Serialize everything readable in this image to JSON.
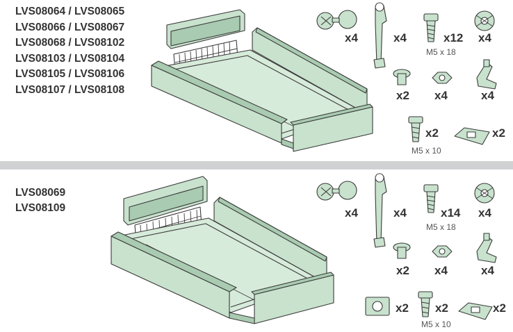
{
  "top": {
    "codes": [
      "LVS08064 / LVS08065",
      "LVS08066 / LVS08067",
      "LVS08068 / LVS08102",
      "LVS08103 / LVS08104",
      "LVS08105 / LVS08106",
      "LVS08107 / LVS08108"
    ],
    "parts": {
      "clip_pair": "x4",
      "hook_bracket": "x4",
      "screw_m5x18": "x12",
      "screw_m5x18_spec": "M5 x 18",
      "cage_nut": "x4",
      "rivet": "x2",
      "hex_nut": "x4",
      "cable_clamp": "x4",
      "screw_m5x10": "x2",
      "screw_m5x10_spec": "M5 x 10",
      "spring_nut": "x2"
    }
  },
  "bottom": {
    "codes": [
      "LVS08069",
      "LVS08109"
    ],
    "parts": {
      "clip_pair": "x4",
      "hook_bracket": "x4",
      "screw_m5x18": "x14",
      "screw_m5x18_spec": "M5 x 18",
      "cage_nut": "x4",
      "rivet": "x2",
      "hex_nut": "x4",
      "cable_clamp": "x4",
      "square_nut": "x2",
      "screw_m5x10": "x2",
      "screw_m5x10_spec": "M5 x 10",
      "spring_nut": "x2"
    }
  },
  "colors": {
    "part_fill": "#c8e2cd",
    "part_shade": "#a9cbb1",
    "outline": "#3a3a3a",
    "divider": "#cfd1d2",
    "text": "#333333"
  }
}
